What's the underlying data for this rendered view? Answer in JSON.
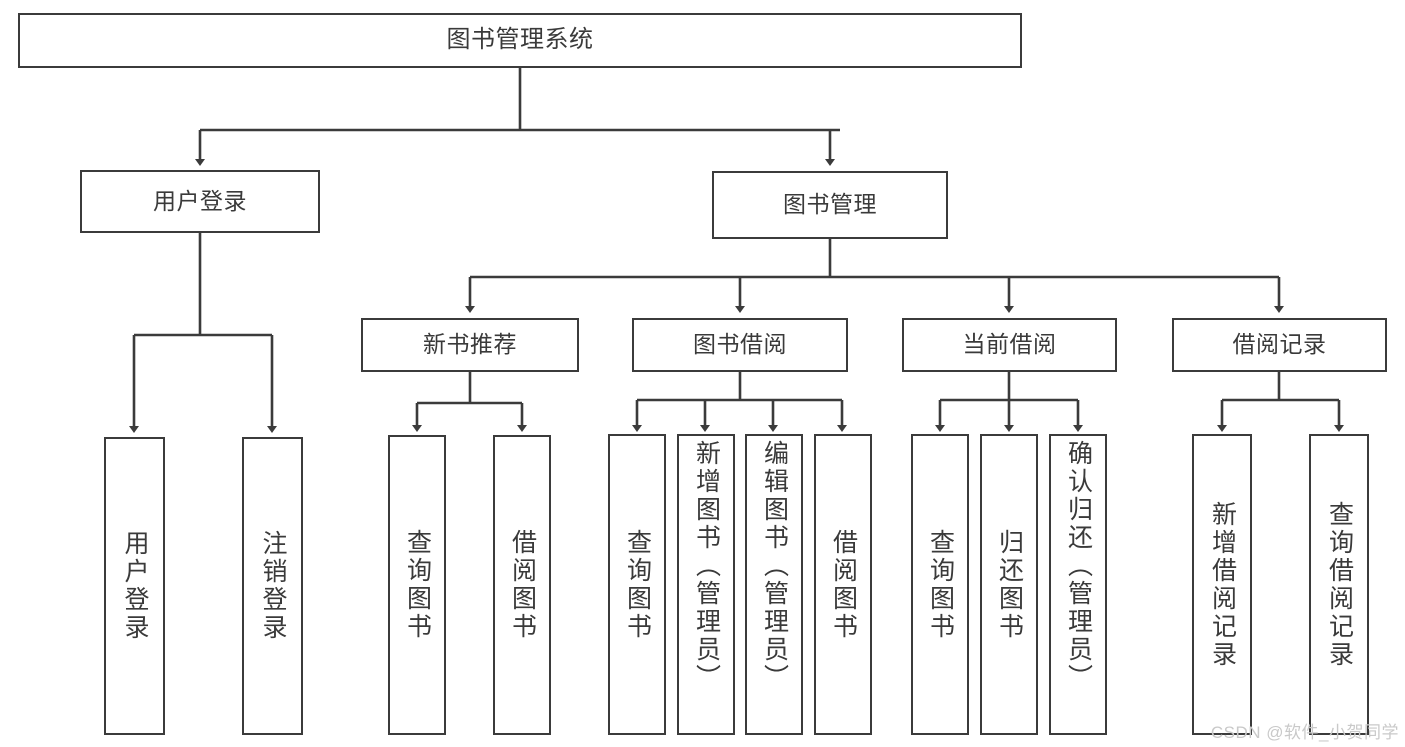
{
  "diagram": {
    "title": "图书管理系统",
    "type": "tree-hierarchy-chart",
    "watermark": "CSDN @软件_小贺同学",
    "colors": {
      "line": "#3b3b3b",
      "text": "#3a3a3a",
      "background": "#ffffff",
      "watermark": "#c9c9c9"
    },
    "nodes": {
      "root": {
        "label": "图书管理系统"
      },
      "level1": [
        {
          "label": "用户登录"
        },
        {
          "label": "图书管理"
        }
      ],
      "level2": [
        {
          "label": "新书推荐"
        },
        {
          "label": "图书借阅"
        },
        {
          "label": "当前借阅"
        },
        {
          "label": "借阅记录"
        }
      ],
      "leaves": {
        "user_login": [
          {
            "label": "用户登录"
          },
          {
            "label": "注销登录"
          }
        ],
        "new_book_recommend": [
          {
            "label": "查询图书"
          },
          {
            "label": "借阅图书"
          }
        ],
        "book_borrow": [
          {
            "label": "查询图书"
          },
          {
            "label": "新增图书（管理员）"
          },
          {
            "label": "编辑图书（管理员）"
          },
          {
            "label": "借阅图书"
          }
        ],
        "current_borrow": [
          {
            "label": "查询图书"
          },
          {
            "label": "归还图书"
          },
          {
            "label": "确认归还（管理员）"
          }
        ],
        "borrow_record": [
          {
            "label": "新增借阅记录"
          },
          {
            "label": "查询借阅记录"
          }
        ]
      }
    }
  }
}
